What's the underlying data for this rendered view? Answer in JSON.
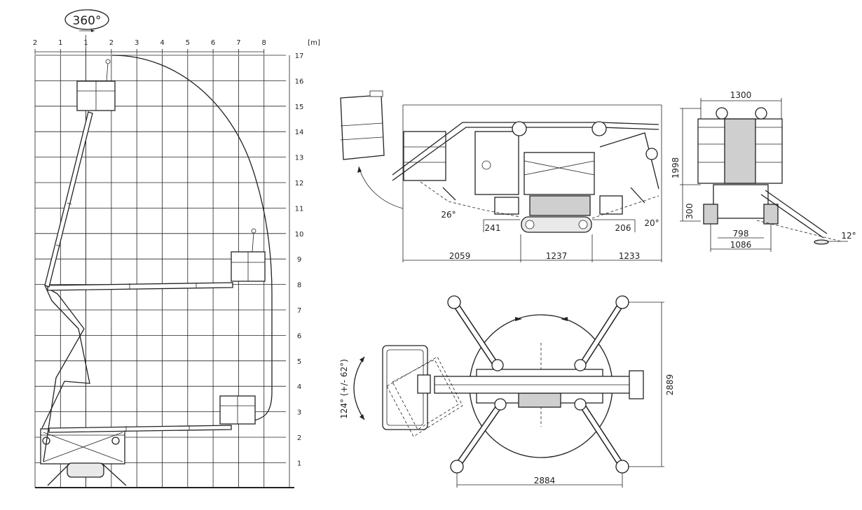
{
  "reach_diagram": {
    "rotation_label": "360°",
    "unit_label": "[m]",
    "x_ticks": [
      "2",
      "1",
      "1",
      "2",
      "3",
      "4",
      "5",
      "6",
      "7",
      "8"
    ],
    "y_ticks": [
      "17",
      "16",
      "15",
      "14",
      "13",
      "12",
      "11",
      "10",
      "9",
      "8",
      "7",
      "6",
      "5",
      "4",
      "3",
      "2",
      "1"
    ]
  },
  "side_view": {
    "angle_left": "26°",
    "angle_right": "20°",
    "dim_241": "241",
    "dim_206": "206",
    "dim_2059": "2059",
    "dim_1237": "1237",
    "dim_1233": "1233"
  },
  "front_view": {
    "width_top": "1300",
    "height": "1998",
    "ground_clearance": "300",
    "track_inner": "798",
    "track_outer": "1086",
    "outrigger_angle": "12°"
  },
  "top_view": {
    "basket_rotation": "124° (+/- 62°)",
    "outrigger_length": "2889",
    "outrigger_width": "2884"
  },
  "colors": {
    "line": "#222222",
    "fill_light": "#e9e9e9",
    "fill_dark": "#cfcfcf"
  }
}
